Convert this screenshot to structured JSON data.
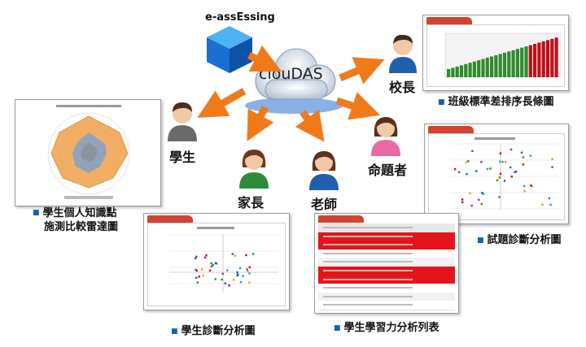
{
  "center": {
    "title": "clouDAS",
    "logo": "e-assEssing",
    "logo_icon": "blue-cube-icon",
    "cloud_icon": "cloud-icon"
  },
  "nodes": {
    "principal": "校長",
    "student": "學生",
    "parent": "家長",
    "teacher": "老師",
    "item_writer": "命題者"
  },
  "captions": {
    "class_chart": "班級標準差排序長條圖",
    "radar_chart_line1": "學生個人知識點",
    "radar_chart_line2": "施測比較雷達圖",
    "item_scatter": "試題診斷分析圖",
    "student_scatter": "學生診斷分析圖",
    "learning_table": "學生學習力分析列表"
  },
  "colors": {
    "arrow": "#f07a1a",
    "bullet": "#1b5fae",
    "tab_red": "#d4432e",
    "bar_green": "#2e8b2e",
    "bar_red": "#c0101a",
    "radar_fill": "#f0a04b",
    "radar_blue": "#6f9fd8",
    "row_red": "#e3141a"
  }
}
